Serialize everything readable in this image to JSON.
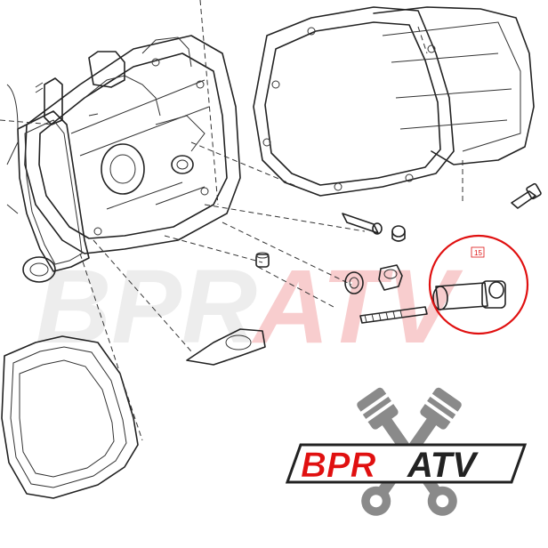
{
  "watermark": {
    "part1": "BPR",
    "part2": "ATV"
  },
  "callout": {
    "label": "15",
    "circle_color": "#e01010"
  },
  "logo": {
    "part1": "BPR",
    "part2": "ATV",
    "accent_color": "#e01010",
    "dark_color": "#222222",
    "piston_color": "#8a8a8a"
  }
}
